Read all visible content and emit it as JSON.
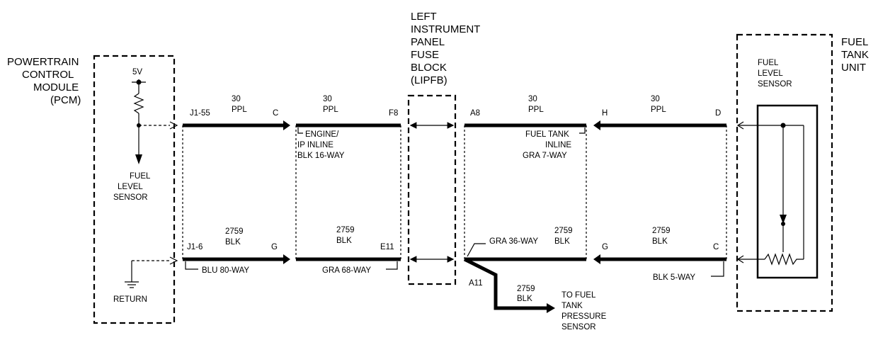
{
  "pcm": {
    "title": [
      "POWERTRAIN",
      "CONTROL",
      "MODULE",
      "(PCM)"
    ],
    "voltage": "5V",
    "sensor_label": [
      "FUEL",
      "LEVEL",
      "SENSOR"
    ],
    "return_label": "RETURN"
  },
  "lipfb": {
    "title": [
      "LEFT",
      "INSTRUMENT",
      "PANEL",
      "FUSE",
      "BLOCK",
      "(LIPFB)"
    ]
  },
  "tank": {
    "title": [
      "FUEL",
      "TANK",
      "UNIT"
    ],
    "sensor_label": [
      "FUEL",
      "LEVEL",
      "SENSOR"
    ]
  },
  "circuits": {
    "top_wire": [
      "30",
      "PPL"
    ],
    "bottom_wire": [
      "2759",
      "BLK"
    ],
    "branch_wire": [
      "2759",
      "BLK"
    ]
  },
  "pins": {
    "j1_55": "J1-55",
    "c1": "C",
    "f8": "F8",
    "a8": "A8",
    "h": "H",
    "d": "D",
    "j1_6": "J1-6",
    "g1": "G",
    "e11": "E11",
    "g2": "G",
    "c2": "C",
    "a11": "A11"
  },
  "connectors": {
    "engine_ip": [
      "ENGINE/",
      "IP INLINE",
      "BLK 16-WAY"
    ],
    "fuel_tank_inline": [
      "FUEL TANK",
      "INLINE",
      "GRA 7-WAY"
    ],
    "blu80": "BLU 80-WAY",
    "gra68": "GRA 68-WAY",
    "gra36": "GRA 36-WAY",
    "blk5": "BLK 5-WAY"
  },
  "branch_dest": [
    "TO FUEL",
    "TANK",
    "PRESSURE",
    "SENSOR"
  ]
}
